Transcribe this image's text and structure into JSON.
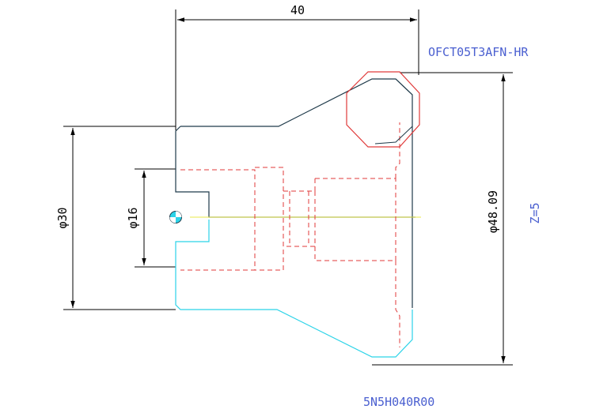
{
  "drawing": {
    "dimensions": {
      "width": "40",
      "diameter_small": "φ16",
      "diameter_body": "φ30",
      "diameter_outer": "φ48.09"
    },
    "labels": {
      "insert_code": "OFCT05T3AFN-HR",
      "teeth_count": "Z=5",
      "part_number": "5N5H040R00"
    },
    "colors": {
      "outline": "#1f3a4a",
      "hidden": "#e03a3a",
      "cyan": "#2bd3e8",
      "dim": "#000000",
      "label": "#4a5fd0",
      "axis": "#e8e84a"
    }
  }
}
